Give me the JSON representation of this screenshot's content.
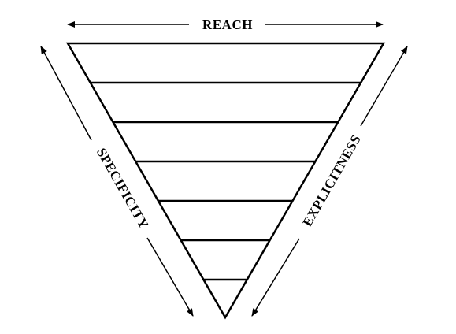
{
  "diagram": {
    "labels": {
      "top": "REACH",
      "left": "SPECIFICITY",
      "right": "EXPLICITNESS"
    },
    "band_count": 7,
    "colors": {
      "stroke": "#000000",
      "fill": "#ffffff"
    }
  }
}
